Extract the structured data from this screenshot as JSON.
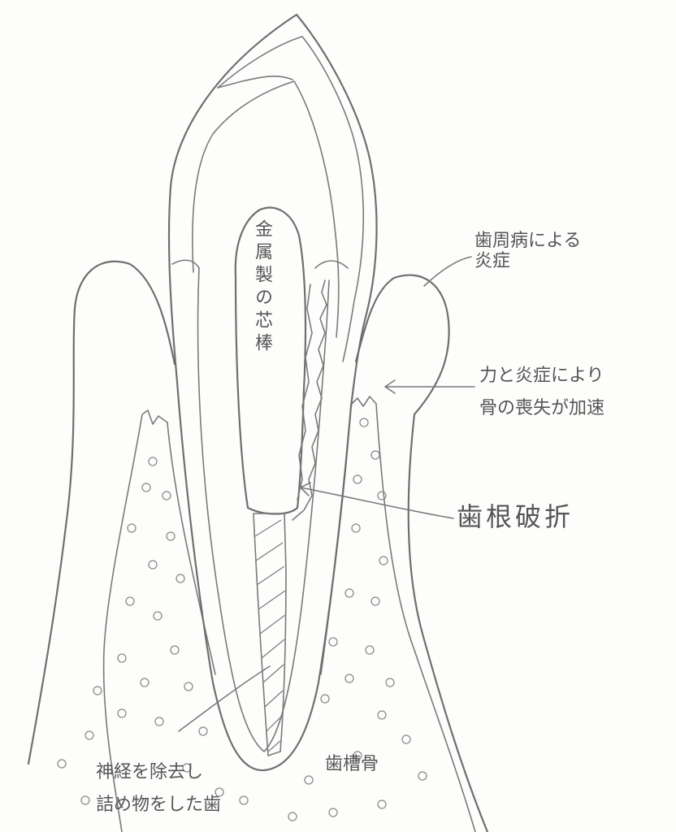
{
  "figure": {
    "post_label": "金属製の芯棒",
    "periodontal_label": "歯周病による\n炎症",
    "bone_loss_label_line1": "力と炎症により",
    "bone_loss_label_line2": "骨の喪失が加速",
    "fracture_label": "歯根破折",
    "root_filling_label_line1": "神経を除去し",
    "root_filling_label_line2": "詰め物をした歯",
    "alveolar_bone_label": "歯槽骨"
  },
  "colors": {
    "line": "#6f6f6f",
    "text": "#555555",
    "paper": "#fdfdfc"
  }
}
